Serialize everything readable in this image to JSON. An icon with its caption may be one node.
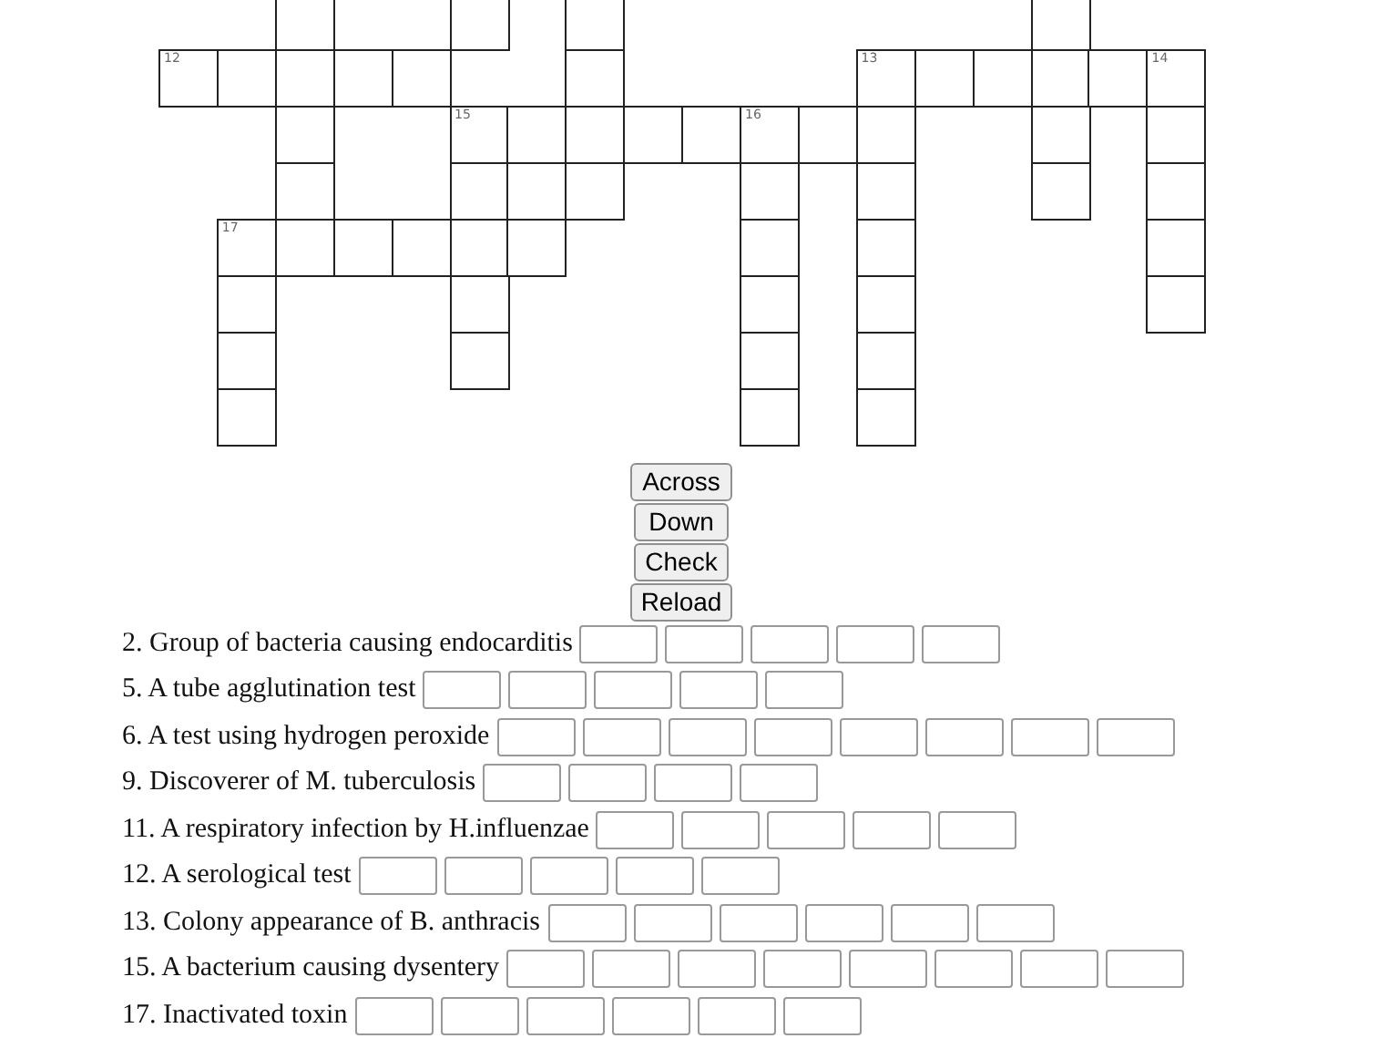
{
  "diagram": {
    "labels": [
      "12",
      "13",
      "14",
      "15",
      "16",
      "17",
      "Across",
      "Down",
      "Check",
      "Reload",
      "2. Group of bacteria causing endocarditis",
      "5. A tube agglutination test",
      "6. A test using hydrogen peroxide",
      "9. Discoverer of M. tuberculosis",
      "11. A respiratory infection by H.influenzae",
      "12. A serological test",
      "13. Colony appearance of B. anthracis",
      "15. A bacterium causing dysentery",
      "17. Inactivated toxin"
    ]
  }
}
